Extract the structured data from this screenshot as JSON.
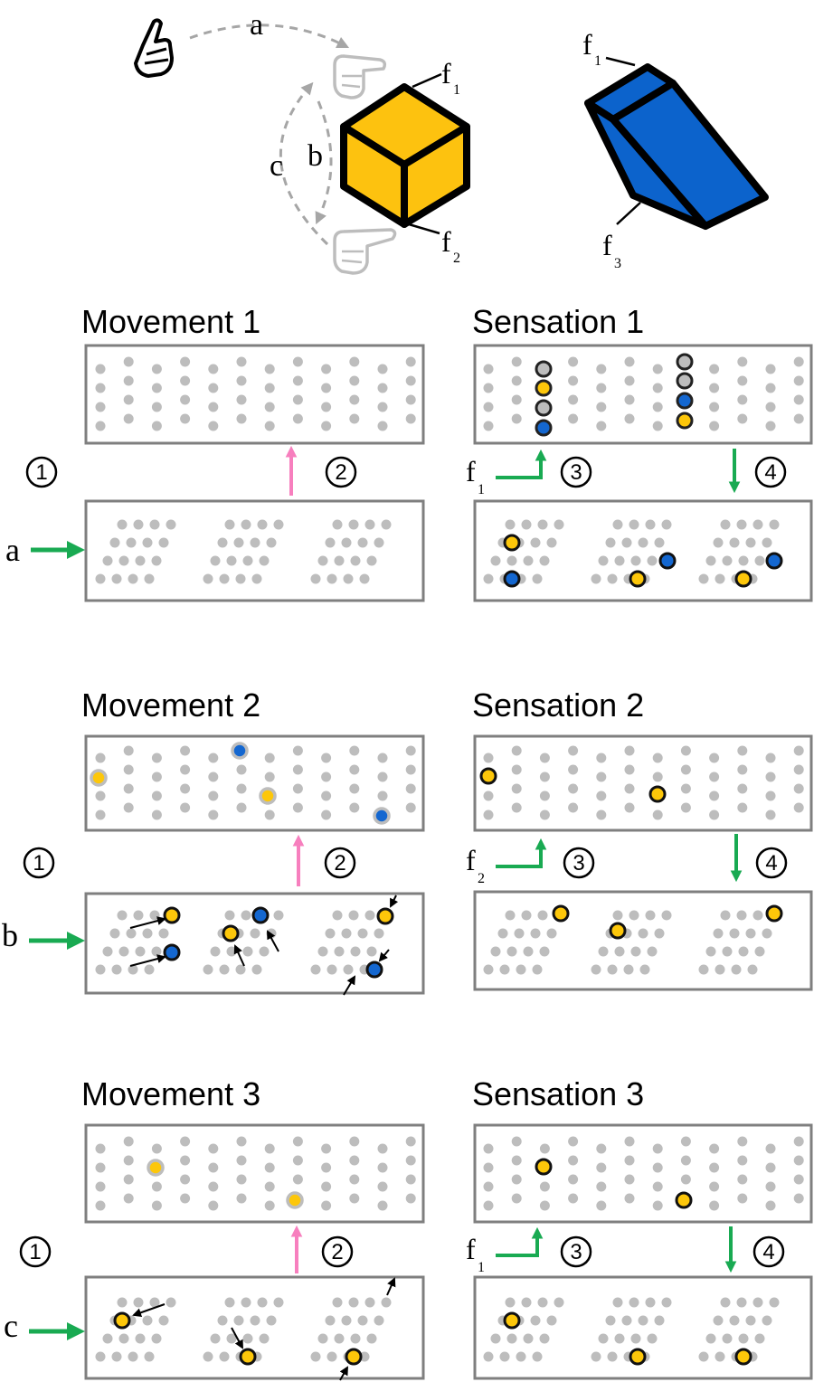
{
  "figure": {
    "top_labels": {
      "a": "a",
      "b": "b",
      "c": "c"
    },
    "face_labels": [
      {
        "letter": "f",
        "sub": "1"
      },
      {
        "letter": "f",
        "sub": "2"
      },
      {
        "letter": "f",
        "sub": "1"
      },
      {
        "letter": "f",
        "sub": "3"
      }
    ],
    "colors": {
      "cube": "#FDC20F",
      "wedge": "#0C63CC",
      "yellow_cell": "#FDC70A",
      "blue_cell": "#1467D0",
      "inactive": "#BDBDBD",
      "green_arrow": "#19AA52",
      "pink_arrow": "#F77FBE",
      "panel_border": "#7F7F7F",
      "dashed_arrow": "#A6A6A6"
    }
  },
  "rows": [
    {
      "movement_title": "Movement 1",
      "sensation_title": "Sensation 1",
      "step1": "1",
      "step2": "2",
      "step3": "3",
      "step4": "4",
      "input_label": "a",
      "face": {
        "letter": "f",
        "sub": "1"
      }
    },
    {
      "movement_title": "Movement 2",
      "sensation_title": "Sensation 2",
      "step1": "1",
      "step2": "2",
      "step3": "3",
      "step4": "4",
      "input_label": "b",
      "face": {
        "letter": "f",
        "sub": "2"
      }
    },
    {
      "movement_title": "Movement 3",
      "sensation_title": "Sensation 3",
      "step1": "1",
      "step2": "2",
      "step3": "3",
      "step4": "4",
      "input_label": "c",
      "face": {
        "letter": "f",
        "sub": "1"
      }
    }
  ]
}
